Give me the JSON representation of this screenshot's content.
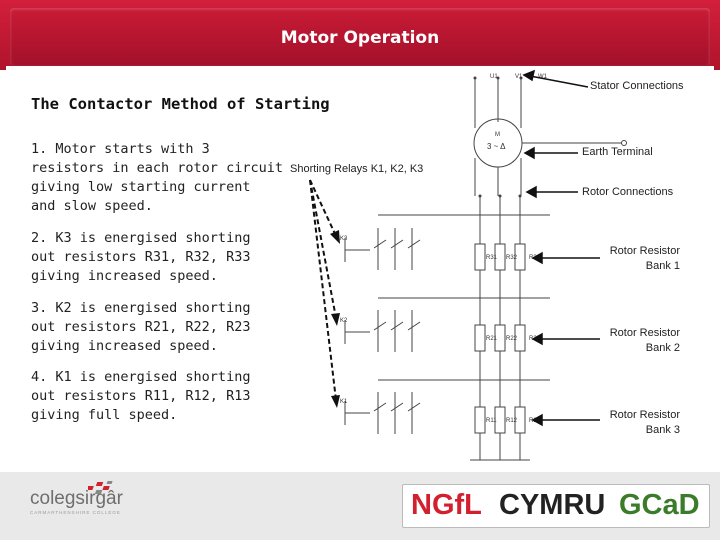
{
  "header": {
    "title": "Motor Operation"
  },
  "content": {
    "subtitle": "The Contactor Method of Starting",
    "steps": [
      "1. Motor starts with 3\nresistors in each rotor circuit\ngiving low starting current\nand slow speed.",
      "2. K3 is energised shorting\nout resistors R31, R32, R33\ngiving increased speed.",
      "3. K2 is energised shorting\nout resistors R21, R22, R23\ngiving increased speed.",
      "4. K1 is energised shorting\nout resistors R11, R12, R13\ngiving full speed."
    ]
  },
  "diagram": {
    "labels": {
      "stator": "Stator Connections",
      "earth": "Earth Terminal",
      "shorting": "Shorting Relays K1, K2, K3",
      "rotor": "Rotor Connections",
      "bank1": "Rotor Resistor\nBank 1",
      "bank2": "Rotor Resistor\nBank 2",
      "bank3": "Rotor Resistor\nBank 3"
    },
    "small_text": {
      "motor_top": "M",
      "motor_mid": "3 ~ Δ",
      "terminals_top": [
        "U1",
        "V1",
        "W1"
      ],
      "relays": [
        "K3",
        "K2",
        "K1"
      ],
      "bank1": [
        "R31",
        "R32",
        "R33"
      ],
      "bank2": [
        "R21",
        "R22",
        "R23"
      ],
      "bank3": [
        "R11",
        "R12",
        "R13"
      ]
    }
  },
  "footer": {
    "left_logo_name": "colegsirgâr",
    "left_logo_sub": "CARMARTHENSHIRE COLLEGE",
    "right_logo": {
      "part1": "NGfL",
      "part2": "CYMRU",
      "part3": "GCaD"
    }
  },
  "colors": {
    "header": "#c41a34",
    "ngfl": "#d3202f",
    "cymru": "#222222",
    "gcad_g": "#3a7c2a",
    "gcad_a": "#d3202f",
    "gcad_d": "#1b5fa8"
  }
}
